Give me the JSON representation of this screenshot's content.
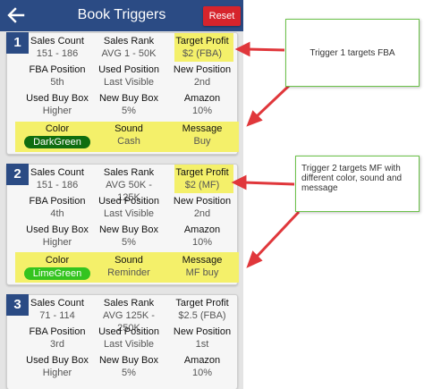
{
  "appbar": {
    "title": "Book Triggers",
    "reset_label": "Reset"
  },
  "triggers": [
    {
      "number": "1",
      "sales_count": {
        "label": "Sales Count",
        "value": "151 - 186"
      },
      "sales_rank": {
        "label": "Sales Rank",
        "value": "AVG 1 - 50K"
      },
      "target_profit": {
        "label": "Target Profit",
        "value": "$2 (FBA)"
      },
      "fba_position": {
        "label": "FBA Position",
        "value": "5th"
      },
      "used_position": {
        "label": "Used Position",
        "value": "Last Visible"
      },
      "new_position": {
        "label": "New Position",
        "value": "2nd"
      },
      "used_buy_box": {
        "label": "Used Buy Box",
        "value": "Higher"
      },
      "new_buy_box": {
        "label": "New Buy Box",
        "value": "5%"
      },
      "amazon": {
        "label": "Amazon",
        "value": "10%"
      },
      "color": {
        "label": "Color",
        "value": "DarkGreen"
      },
      "sound": {
        "label": "Sound",
        "value": "Cash"
      },
      "message": {
        "label": "Message",
        "value": "Buy"
      }
    },
    {
      "number": "2",
      "sales_count": {
        "label": "Sales Count",
        "value": "151 - 186"
      },
      "sales_rank": {
        "label": "Sales Rank",
        "value": "AVG 50K - 125K"
      },
      "target_profit": {
        "label": "Target Profit",
        "value": "$2 (MF)"
      },
      "fba_position": {
        "label": "FBA Position",
        "value": "4th"
      },
      "used_position": {
        "label": "Used Position",
        "value": "Last Visible"
      },
      "new_position": {
        "label": "New Position",
        "value": "2nd"
      },
      "used_buy_box": {
        "label": "Used Buy Box",
        "value": "Higher"
      },
      "new_buy_box": {
        "label": "New Buy Box",
        "value": "5%"
      },
      "amazon": {
        "label": "Amazon",
        "value": "10%"
      },
      "color": {
        "label": "Color",
        "value": "LimeGreen"
      },
      "sound": {
        "label": "Sound",
        "value": "Reminder"
      },
      "message": {
        "label": "Message",
        "value": "MF buy"
      }
    },
    {
      "number": "3",
      "sales_count": {
        "label": "Sales Count",
        "value": "71 - 114"
      },
      "sales_rank": {
        "label": "Sales Rank",
        "value": "AVG 125K - 250K"
      },
      "target_profit": {
        "label": "Target Profit",
        "value": "$2.5 (FBA)"
      },
      "fba_position": {
        "label": "FBA Position",
        "value": "3rd"
      },
      "used_position": {
        "label": "Used Position",
        "value": "Last Visible"
      },
      "new_position": {
        "label": "New Position",
        "value": "1st"
      },
      "used_buy_box": {
        "label": "Used Buy Box",
        "value": "Higher"
      },
      "new_buy_box": {
        "label": "New Buy Box",
        "value": "5%"
      },
      "amazon": {
        "label": "Amazon",
        "value": "10%"
      }
    }
  ],
  "annotations": {
    "callout_1": "Trigger 1 targets FBA",
    "callout_2": "Trigger 2 targets MF with different color, sound and message"
  },
  "colors": {
    "appbar": "#2b4b84",
    "reset_button": "#d6242c",
    "highlight": "#f4f06a",
    "dark_green": "#0f6d10",
    "lime_green": "#34c41f",
    "arrow": "#e0373b",
    "callout_border": "#6cc24a"
  },
  "icons": {
    "back": "arrow-left-icon"
  }
}
